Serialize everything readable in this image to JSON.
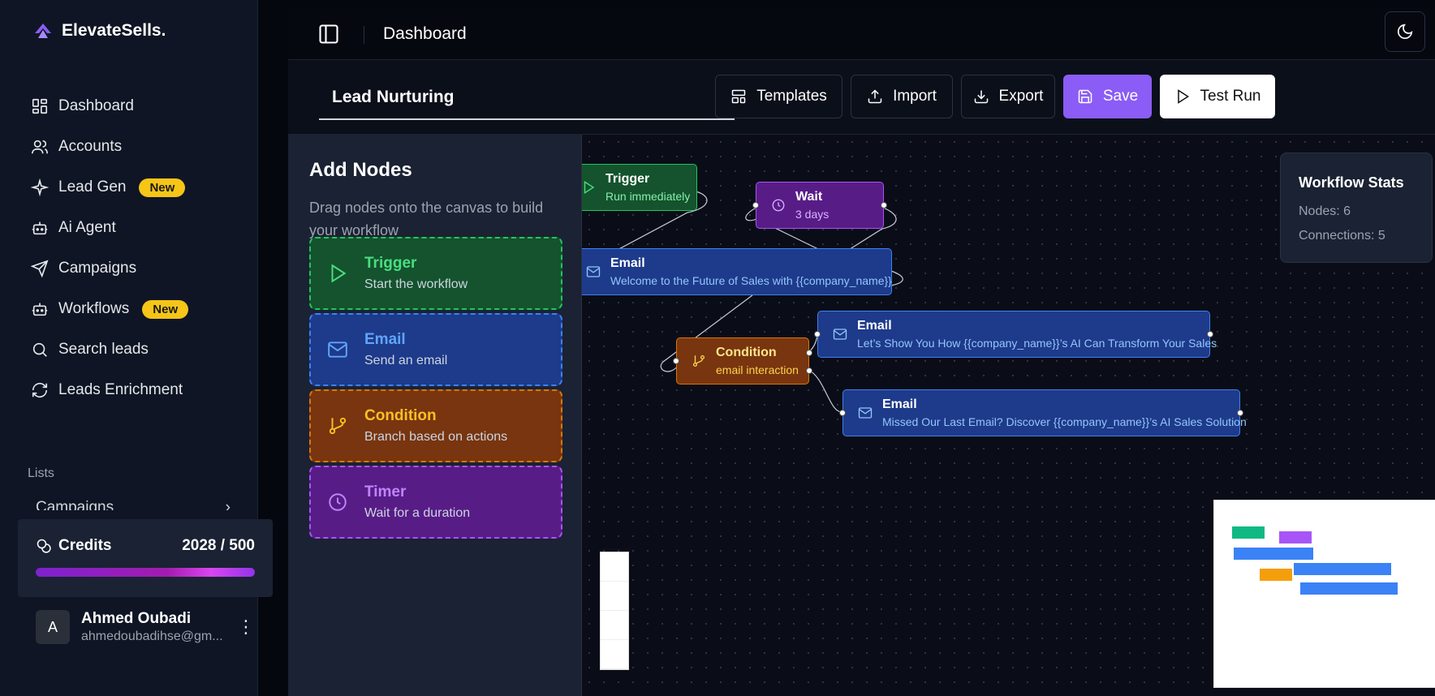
{
  "brand": {
    "name": "ElevateSells."
  },
  "nav": [
    {
      "label": "Dashboard",
      "icon": "dashboard-icon"
    },
    {
      "label": "Accounts",
      "icon": "users-icon"
    },
    {
      "label": "Lead Gen",
      "icon": "sparkle-icon",
      "badge": "New"
    },
    {
      "label": "Ai Agent",
      "icon": "bot-icon"
    },
    {
      "label": "Campaigns",
      "icon": "send-icon"
    },
    {
      "label": "Workflows",
      "icon": "bot-icon",
      "badge": "New"
    },
    {
      "label": "Search leads",
      "icon": "search-icon"
    },
    {
      "label": "Leads Enrichment",
      "icon": "refresh-icon"
    }
  ],
  "lists": {
    "label": "Lists",
    "peek_item": "Campaigns"
  },
  "credits": {
    "label": "Credits",
    "value": "2028 / 500",
    "fill": 1.0,
    "bar_color": "#a21caf"
  },
  "user": {
    "initial": "A",
    "name": "Ahmed Oubadi",
    "email": "ahmedoubadihse@gm..."
  },
  "topbar": {
    "title": "Dashboard"
  },
  "editor": {
    "workflow_name": "Lead Nurturing",
    "buttons": {
      "templates": "Templates",
      "import": "Import",
      "export": "Export",
      "save": "Save",
      "test_run": "Test Run"
    }
  },
  "palette": {
    "title": "Add Nodes",
    "description": "Drag nodes onto the canvas to build your workflow",
    "nodes": [
      {
        "title": "Trigger",
        "subtitle": "Start the workflow",
        "color": "#22c55e"
      },
      {
        "title": "Email",
        "subtitle": "Send an email",
        "color": "#3b82f6"
      },
      {
        "title": "Condition",
        "subtitle": "Branch based on actions",
        "color": "#f59e0b"
      },
      {
        "title": "Timer",
        "subtitle": "Wait for a duration",
        "color": "#a855f7"
      }
    ]
  },
  "flow": {
    "nodes": [
      {
        "type": "Trigger",
        "subtitle": "Run immediately"
      },
      {
        "type": "Wait",
        "subtitle": "3 days"
      },
      {
        "type": "Email",
        "subtitle": "Welcome to the Future of Sales with {{company_name}}"
      },
      {
        "type": "Condition",
        "subtitle": "email interaction"
      },
      {
        "type": "Email",
        "subtitle": "Let’s Show You How {{company_name}}’s AI Can Transform Your Sales"
      },
      {
        "type": "Email",
        "subtitle": "Missed Our Last Email? Discover {{company_name}}’s AI Sales Solution"
      }
    ]
  },
  "stats": {
    "title": "Workflow Stats",
    "nodes": "Nodes: 6",
    "connections": "Connections: 5"
  },
  "colors": {
    "accent": "#8b5cf6",
    "trigger": "#22c55e",
    "email": "#3b82f6",
    "condition": "#d97706",
    "wait": "#a855f7"
  }
}
